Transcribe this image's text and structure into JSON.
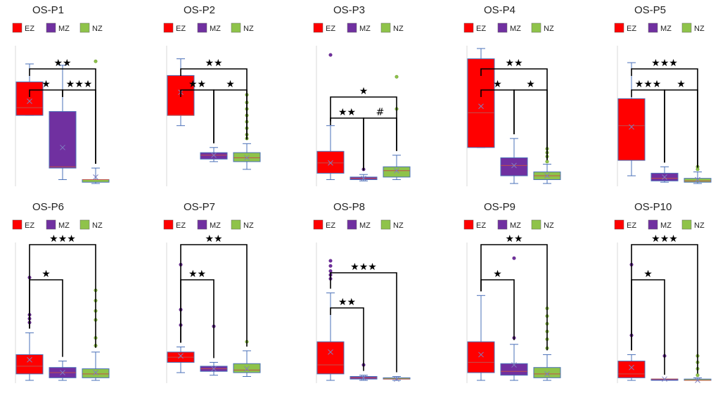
{
  "colors": {
    "EZ": "#ff0000",
    "MZ": "#7030a0",
    "NZ": "#8fc34a",
    "whisker": "#4a70b8",
    "bracket": "#000000",
    "axis": "#d9d9d9"
  },
  "chart_data": [
    {
      "type": "box",
      "title": "OS-P1",
      "legend": [
        "EZ",
        "MZ",
        "NZ"
      ],
      "groups": [
        {
          "name": "EZ",
          "min": 0.53,
          "q1": 0.53,
          "median": 0.59,
          "q3": 0.79,
          "max": 0.93,
          "mean": 0.64,
          "outliers": []
        },
        {
          "name": "MZ",
          "min": 0.03,
          "q1": 0.12,
          "median": 0.13,
          "q3": 0.56,
          "max": 0.92,
          "mean": 0.28,
          "outliers": []
        },
        {
          "name": "NZ",
          "min": 0.0,
          "q1": 0.01,
          "median": 0.03,
          "q3": 0.03,
          "max": 0.12,
          "mean": 0.05,
          "outliers": [
            0.95
          ]
        }
      ],
      "comparisons": [
        {
          "from": 0,
          "to": 1,
          "label": "★",
          "level": 0
        },
        {
          "from": 1,
          "to": 2,
          "label": "★★★",
          "level": 0
        },
        {
          "from": 0,
          "to": 2,
          "label": "★★",
          "level": 1
        }
      ]
    },
    {
      "type": "box",
      "title": "OS-P2",
      "legend": [
        "EZ",
        "MZ",
        "NZ"
      ],
      "groups": [
        {
          "name": "EZ",
          "min": 0.45,
          "q1": 0.53,
          "median": 0.53,
          "q3": 0.84,
          "max": 0.97,
          "mean": 0.71,
          "outliers": []
        },
        {
          "name": "MZ",
          "min": 0.17,
          "q1": 0.19,
          "median": 0.22,
          "q3": 0.24,
          "max": 0.28,
          "mean": 0.22,
          "outliers": []
        },
        {
          "name": "NZ",
          "min": 0.11,
          "q1": 0.17,
          "median": 0.2,
          "q3": 0.24,
          "max": 0.31,
          "mean": 0.2,
          "outliers": [
            0.35,
            0.38,
            0.43,
            0.48,
            0.53,
            0.58,
            0.63,
            0.69
          ]
        }
      ],
      "comparisons": [
        {
          "from": 0,
          "to": 1,
          "label": "★★",
          "level": 0
        },
        {
          "from": 1,
          "to": 2,
          "label": "★",
          "level": 0
        },
        {
          "from": 0,
          "to": 2,
          "label": "★★",
          "level": 1
        }
      ]
    },
    {
      "type": "box",
      "title": "OS-P3",
      "legend": [
        "EZ",
        "MZ",
        "NZ"
      ],
      "groups": [
        {
          "name": "EZ",
          "min": 0.03,
          "q1": 0.08,
          "median": 0.16,
          "q3": 0.25,
          "max": 0.45,
          "mean": 0.16,
          "outliers": [
            1.0
          ]
        },
        {
          "name": "MZ",
          "min": 0.02,
          "q1": 0.03,
          "median": 0.04,
          "q3": 0.05,
          "max": 0.07,
          "mean": 0.04,
          "outliers": [
            0.11
          ]
        },
        {
          "name": "NZ",
          "min": 0.03,
          "q1": 0.05,
          "median": 0.1,
          "q3": 0.13,
          "max": 0.22,
          "mean": 0.1,
          "outliers": [
            0.58,
            0.83
          ]
        }
      ],
      "comparisons": [
        {
          "from": 0,
          "to": 1,
          "label": "★★",
          "level": 0
        },
        {
          "from": 1,
          "to": 2,
          "label": "#",
          "level": 0
        },
        {
          "from": 0,
          "to": 2,
          "label": "★",
          "level": 1
        }
      ]
    },
    {
      "type": "box",
      "title": "OS-P4",
      "legend": [
        "EZ",
        "MZ",
        "NZ"
      ],
      "groups": [
        {
          "name": "EZ",
          "min": 0.28,
          "q1": 0.28,
          "median": 0.55,
          "q3": 0.97,
          "max": 1.05,
          "mean": 0.6,
          "outliers": []
        },
        {
          "name": "MZ",
          "min": 0.0,
          "q1": 0.06,
          "median": 0.14,
          "q3": 0.2,
          "max": 0.35,
          "mean": 0.14,
          "outliers": []
        },
        {
          "name": "NZ",
          "min": 0.0,
          "q1": 0.03,
          "median": 0.06,
          "q3": 0.09,
          "max": 0.15,
          "mean": 0.06,
          "outliers": [
            0.17,
            0.21,
            0.24,
            0.27
          ]
        }
      ],
      "comparisons": [
        {
          "from": 0,
          "to": 1,
          "label": "★",
          "level": 0
        },
        {
          "from": 1,
          "to": 2,
          "label": "★",
          "level": 0
        },
        {
          "from": 0,
          "to": 2,
          "label": "★★",
          "level": 1
        }
      ]
    },
    {
      "type": "box",
      "title": "OS-P5",
      "legend": [
        "EZ",
        "MZ",
        "NZ"
      ],
      "groups": [
        {
          "name": "EZ",
          "min": 0.06,
          "q1": 0.18,
          "median": 0.45,
          "q3": 0.66,
          "max": 0.94,
          "mean": 0.44,
          "outliers": []
        },
        {
          "name": "MZ",
          "min": 0.01,
          "q1": 0.02,
          "median": 0.04,
          "q3": 0.08,
          "max": 0.13,
          "mean": 0.05,
          "outliers": []
        },
        {
          "name": "NZ",
          "min": 0.0,
          "q1": 0.01,
          "median": 0.02,
          "q3": 0.04,
          "max": 0.09,
          "mean": 0.03,
          "outliers": [
            0.11,
            0.13
          ]
        }
      ],
      "comparisons": [
        {
          "from": 0,
          "to": 1,
          "label": "★★★",
          "level": 0
        },
        {
          "from": 1,
          "to": 2,
          "label": "★",
          "level": 0
        },
        {
          "from": 0,
          "to": 2,
          "label": "★★★",
          "level": 1
        }
      ]
    },
    {
      "type": "box",
      "title": "OS-P6",
      "legend": [
        "EZ",
        "MZ",
        "NZ"
      ],
      "groups": [
        {
          "name": "EZ",
          "min": 0.0,
          "q1": 0.05,
          "median": 0.11,
          "q3": 0.2,
          "max": 0.37,
          "mean": 0.16,
          "outliers": [
            0.45,
            0.48,
            0.51,
            0.8
          ]
        },
        {
          "name": "MZ",
          "min": 0.0,
          "q1": 0.02,
          "median": 0.06,
          "q3": 0.1,
          "max": 0.15,
          "mean": 0.06,
          "outliers": []
        },
        {
          "name": "NZ",
          "min": 0.0,
          "q1": 0.02,
          "median": 0.05,
          "q3": 0.09,
          "max": 0.22,
          "mean": 0.06,
          "outliers": [
            0.27,
            0.33,
            0.47,
            0.54,
            0.62,
            0.7
          ]
        }
      ],
      "comparisons": [
        {
          "from": 0,
          "to": 1,
          "label": "★",
          "level": 0
        },
        {
          "from": 0,
          "to": 2,
          "label": "★★★",
          "level": 1
        }
      ]
    },
    {
      "type": "box",
      "title": "OS-P7",
      "legend": [
        "EZ",
        "MZ",
        "NZ"
      ],
      "groups": [
        {
          "name": "EZ",
          "min": 0.06,
          "q1": 0.14,
          "median": 0.18,
          "q3": 0.22,
          "max": 0.26,
          "mean": 0.19,
          "outliers": [
            0.43,
            0.55,
            0.9
          ]
        },
        {
          "name": "MZ",
          "min": 0.04,
          "q1": 0.07,
          "median": 0.09,
          "q3": 0.11,
          "max": 0.14,
          "mean": 0.09,
          "outliers": [
            0.42
          ]
        },
        {
          "name": "NZ",
          "min": 0.03,
          "q1": 0.06,
          "median": 0.08,
          "q3": 0.13,
          "max": 0.23,
          "mean": 0.09,
          "outliers": [
            0.3
          ]
        }
      ],
      "comparisons": [
        {
          "from": 0,
          "to": 1,
          "label": "★★",
          "level": 0
        },
        {
          "from": 0,
          "to": 2,
          "label": "★★",
          "level": 1
        }
      ]
    },
    {
      "type": "box",
      "title": "OS-P8",
      "legend": [
        "EZ",
        "MZ",
        "NZ"
      ],
      "groups": [
        {
          "name": "EZ",
          "min": 0.0,
          "q1": 0.05,
          "median": 0.12,
          "q3": 0.3,
          "max": 0.68,
          "mean": 0.22,
          "outliers": [
            0.79,
            0.82,
            0.85,
            0.89,
            0.93
          ]
        },
        {
          "name": "MZ",
          "min": 0.0,
          "q1": 0.01,
          "median": 0.02,
          "q3": 0.03,
          "max": 0.04,
          "mean": 0.02,
          "outliers": [
            0.12
          ]
        },
        {
          "name": "NZ",
          "min": 0.0,
          "q1": 0.01,
          "median": 0.01,
          "q3": 0.02,
          "max": 0.03,
          "mean": 0.01,
          "outliers": []
        }
      ],
      "comparisons": [
        {
          "from": 0,
          "to": 1,
          "label": "★★",
          "level": 0
        },
        {
          "from": 0,
          "to": 2,
          "label": "★★★",
          "level": 1
        }
      ]
    },
    {
      "type": "box",
      "title": "OS-P9",
      "legend": [
        "EZ",
        "MZ",
        "NZ"
      ],
      "groups": [
        {
          "name": "EZ",
          "min": 0.0,
          "q1": 0.06,
          "median": 0.14,
          "q3": 0.3,
          "max": 0.66,
          "mean": 0.2,
          "outliers": []
        },
        {
          "name": "MZ",
          "min": 0.0,
          "q1": 0.04,
          "median": 0.07,
          "q3": 0.13,
          "max": 0.28,
          "mean": 0.12,
          "outliers": [
            0.33,
            0.95
          ]
        },
        {
          "name": "NZ",
          "min": 0.0,
          "q1": 0.02,
          "median": 0.05,
          "q3": 0.1,
          "max": 0.2,
          "mean": 0.05,
          "outliers": [
            0.25,
            0.32,
            0.38,
            0.44,
            0.5,
            0.56
          ]
        }
      ],
      "comparisons": [
        {
          "from": 0,
          "to": 1,
          "label": "★",
          "level": 0
        },
        {
          "from": 0,
          "to": 2,
          "label": "★★",
          "level": 1
        }
      ]
    },
    {
      "type": "box",
      "title": "OS-P10",
      "legend": [
        "EZ",
        "MZ",
        "NZ"
      ],
      "groups": [
        {
          "name": "EZ",
          "min": 0.0,
          "q1": 0.02,
          "median": 0.05,
          "q3": 0.15,
          "max": 0.2,
          "mean": 0.1,
          "outliers": [
            0.35,
            0.9
          ]
        },
        {
          "name": "MZ",
          "min": 0.0,
          "q1": 0.0,
          "median": 0.01,
          "q3": 0.01,
          "max": 0.01,
          "mean": 0.01,
          "outliers": [
            0.19
          ]
        },
        {
          "name": "NZ",
          "min": 0.0,
          "q1": 0.0,
          "median": 0.0,
          "q3": 0.01,
          "max": 0.02,
          "mean": 0.0,
          "outliers": [
            0.04,
            0.09,
            0.14,
            0.19
          ]
        }
      ],
      "comparisons": [
        {
          "from": 0,
          "to": 1,
          "label": "★",
          "level": 0
        },
        {
          "from": 0,
          "to": 2,
          "label": "★★★",
          "level": 1
        }
      ]
    }
  ]
}
